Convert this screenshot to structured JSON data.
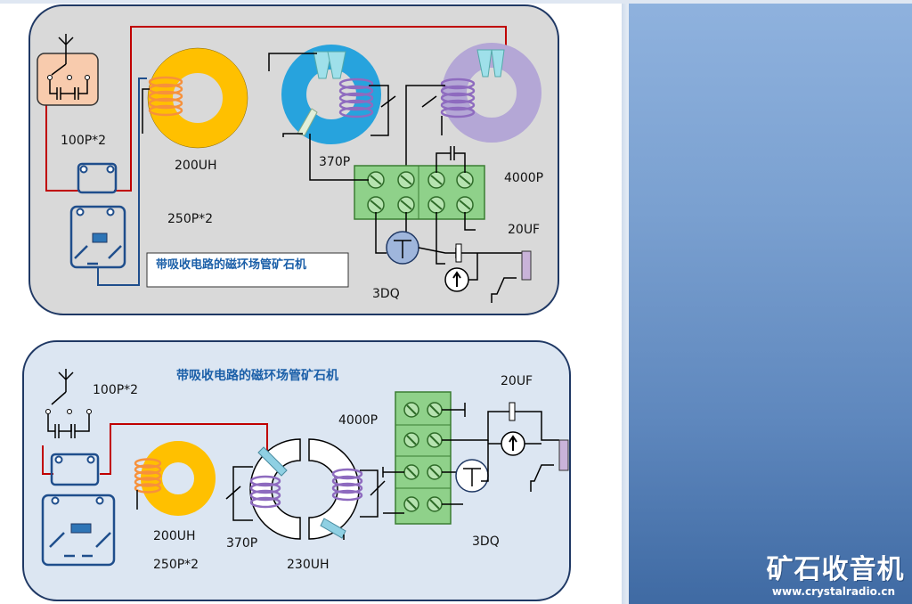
{
  "slide_top": {
    "title": "带吸收电路的磁环场管矿石机",
    "labels": {
      "cap_pair": "100P*2",
      "inductor": "200UH",
      "coil_cap": "370P",
      "cap_4000": "4000P",
      "var_cap": "250P*2",
      "elec_cap": "20UF",
      "transistor": "3DQ"
    }
  },
  "slide_bottom": {
    "title": "带吸收电路的磁环场管矿石机",
    "labels": {
      "cap_pair": "100P*2",
      "cap_4000": "4000P",
      "elec_cap": "20UF",
      "inductor": "200UH",
      "coil_cap": "370P",
      "var_cap": "250P*2",
      "ring_inductor": "230UH",
      "transistor": "3DQ"
    }
  },
  "brand": {
    "name_cn": "矿石收音机",
    "url": "www.crystalradio.cn"
  },
  "colors": {
    "panel_top": "#d9d9d9",
    "panel_bottom": "#dce6f2",
    "wire_red": "#c00000",
    "wire_blue": "#1f4e8c",
    "toroid_yellow": "#ffc000",
    "toroid_cyan": "#27a3dd",
    "toroid_lavender": "#b4a7d6",
    "coil_orange": "#f7913b",
    "coil_purple": "#8e6bbf",
    "terminal_green": "#8fd18a"
  }
}
